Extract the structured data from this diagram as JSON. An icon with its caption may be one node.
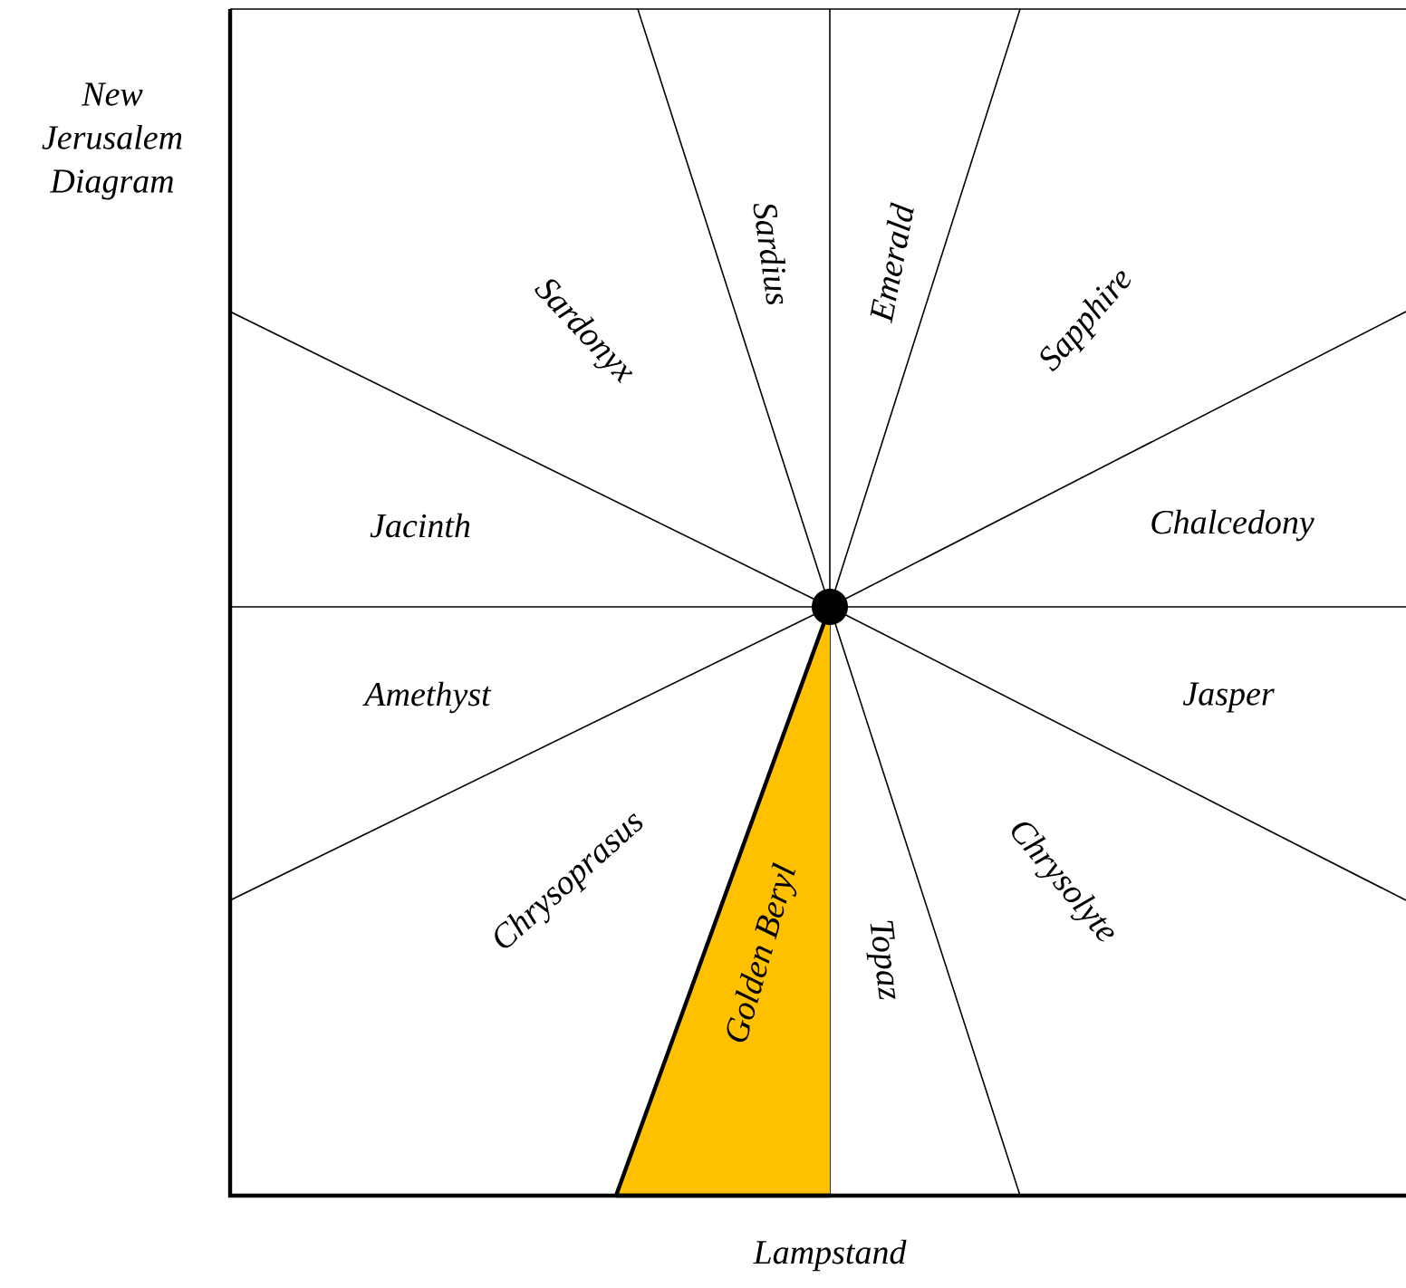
{
  "diagram": {
    "title": "New Jerusalem Diagram",
    "caption": "Lampstand",
    "nodes": [
      {
        "text": [
          "Sardius"
        ]
      },
      {
        "text": [
          "Emerald"
        ]
      },
      {
        "text": [
          "Sapphire"
        ]
      },
      {
        "text": [
          "Chalcedony"
        ]
      },
      {
        "text": [
          "Jasper"
        ]
      },
      {
        "text": [
          "Chrysolyte"
        ]
      },
      {
        "text": [
          "Topaz"
        ]
      },
      {
        "text": [
          "Golden Beryl"
        ]
      },
      {
        "text": [
          "Chrysoprasus"
        ]
      },
      {
        "text": [
          "Amethyst"
        ]
      },
      {
        "text": [
          "Jacinth"
        ]
      },
      {
        "text": [
          "Sardonyx"
        ]
      }
    ]
  }
}
